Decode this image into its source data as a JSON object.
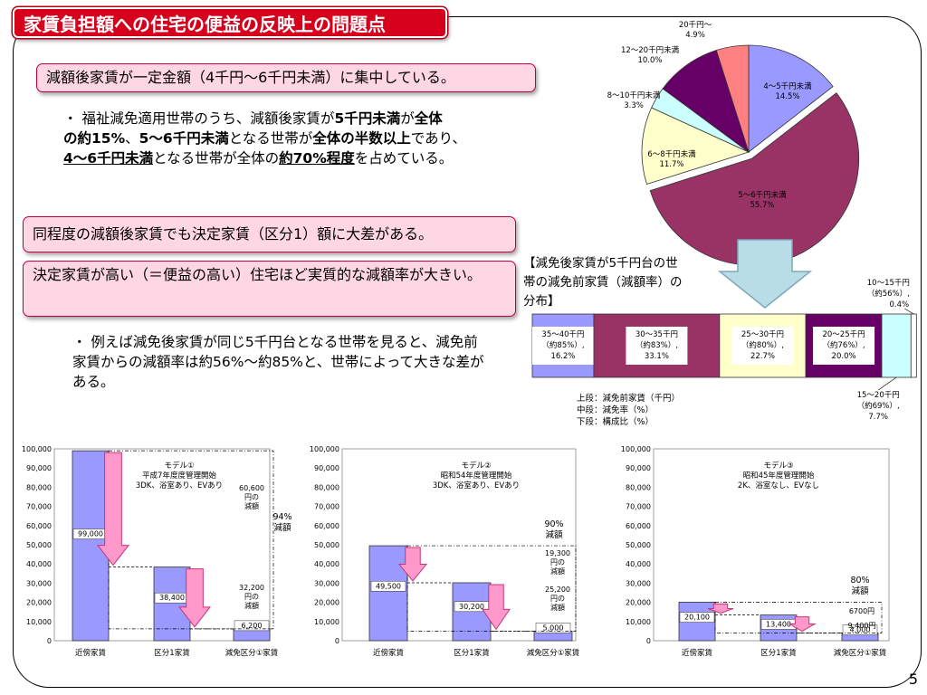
{
  "title": "家賃負担額への住宅の便益の反映上の問題点",
  "box1": "減額後家賃が一定金額（4千円～6千円未満）に集中している。",
  "para1": {
    "pre1": "・ 福祉減免適用世帯のうち、減額後家賃が",
    "b1": "5千円未満",
    "mid1": "が",
    "b2": "全体",
    "b3": "の約15%",
    "mid2": "、",
    "b4": "5～6千円未満",
    "mid3": "となる世帯が",
    "b5": "全体の半数以上",
    "mid4": "であり、",
    "b6": "4～6千円未満",
    "mid5": "となる世帯が全体の",
    "b7": "約70%程度",
    "post": "を占めている。"
  },
  "box2": "同程度の減額後家賃でも決定家賃（区分1）額に大差がある。",
  "box3": "決定家賃が高い（＝便益の高い）住宅ほど実質的な減額率が大きい。",
  "para2": "・ 例えば減免後家賃が同じ5千円台となる世帯を見ると、減免前家賃からの減額率は約56%～約85%と、世帯によって大きな差がある。",
  "dist_title": "【減免後家賃が5千円台の世帯の減免前家賃（減額率）の分布】",
  "dist_note": [
    "上段：減免前家賃（千円）",
    "中段：減免率（%）",
    "下段：構成比（%）"
  ],
  "page_number": "5",
  "chart_data": [
    {
      "type": "pie",
      "slices": [
        {
          "label": "4～5千円未満",
          "value": 14.5,
          "pct": "14.5%",
          "color": "#9999ff"
        },
        {
          "label": "5～6千円未満",
          "value": 55.7,
          "pct": "55.7%",
          "color": "#993366"
        },
        {
          "label": "6～8千円未満",
          "value": 11.7,
          "pct": "11.7%",
          "color": "#ffffcc"
        },
        {
          "label": "8～10千円未満",
          "value": 3.3,
          "pct": "3.3%",
          "color": "#ccffff"
        },
        {
          "label": "12～20千円未満",
          "value": 10.0,
          "pct": "10.0%",
          "color": "#660066"
        },
        {
          "label": "20千円～",
          "value": 4.9,
          "pct": "4.9%",
          "color": "#ff8080"
        }
      ]
    },
    {
      "type": "bar",
      "stacked_horizontal": true,
      "segments": [
        {
          "range": "35～40千円",
          "rate": "（約85%）,",
          "share": 16.2,
          "share_label": "16.2%",
          "color": "#9999ff"
        },
        {
          "range": "30～35千円",
          "rate": "（約83%）,",
          "share": 33.1,
          "share_label": "33.1%",
          "color": "#993366"
        },
        {
          "range": "25～30千円",
          "rate": "（約80%）,",
          "share": 22.7,
          "share_label": "22.7%",
          "color": "#ffffcc"
        },
        {
          "range": "20～25千円",
          "rate": "（約76%）,",
          "share": 20.0,
          "share_label": "20.0%",
          "color": "#660066"
        },
        {
          "range": "15～20千円",
          "rate": "（約69%）,",
          "share": 7.7,
          "share_label": "7.7%",
          "color": "#ccffff"
        },
        {
          "range": "10～15千円",
          "rate": "（約56%）,",
          "share": 0.4,
          "share_label": "0.4%",
          "color": "#ffffff"
        }
      ]
    },
    {
      "type": "bar",
      "title": [
        "モデル①",
        "平成7年度度管理開始",
        "3DK、浴室あり、EVあり"
      ],
      "categories": [
        "近傍家賃",
        "区分1家賃",
        "減免区分①家賃"
      ],
      "values": [
        99000,
        38400,
        6200
      ],
      "value_labels": [
        "99,000",
        "38,400",
        "6,200"
      ],
      "reduction_labels": [
        "60,600",
        "円の",
        "減額"
      ],
      "reduction_labels2": [
        "32,200",
        "円の",
        "減額"
      ],
      "rate_label": [
        "94%",
        "減額"
      ],
      "ylim": [
        0,
        100000
      ],
      "yticks": [
        "0",
        "10,000",
        "20,000",
        "30,000",
        "40,000",
        "50,000",
        "60,000",
        "70,000",
        "80,000",
        "90,000",
        "100,000"
      ]
    },
    {
      "type": "bar",
      "title": [
        "モデル②",
        "昭和54年度管理開始",
        "3DK、浴室あり、EVあり"
      ],
      "categories": [
        "近傍家賃",
        "区分1家賃",
        "減免区分①家賃"
      ],
      "values": [
        49500,
        30200,
        5000
      ],
      "value_labels": [
        "49,500",
        "30,200",
        "5,000"
      ],
      "reduction_labels": [
        "19,300",
        "円の",
        "減額"
      ],
      "reduction_labels2": [
        "25,200",
        "円の",
        "減額"
      ],
      "rate_label": [
        "90%",
        "減額"
      ],
      "ylim": [
        0,
        100000
      ],
      "yticks": [
        "0",
        "10,000",
        "20,000",
        "30,000",
        "40,000",
        "50,000",
        "60,000",
        "70,000",
        "80,000",
        "90,000",
        "100,000"
      ]
    },
    {
      "type": "bar",
      "title": [
        "モデル③",
        "昭和45年度管理開始",
        "2K、浴室なし、EVなし"
      ],
      "categories": [
        "近傍家賃",
        "区分1家賃",
        "減免区分①家賃"
      ],
      "values": [
        20100,
        13400,
        4000
      ],
      "value_labels": [
        "20,100",
        "13,400",
        "4,000"
      ],
      "reduction_labels": [
        "6700円"
      ],
      "reduction_labels2": [
        "9,400円"
      ],
      "rate_label": [
        "80%",
        "減額"
      ],
      "ylim": [
        0,
        100000
      ],
      "yticks": [
        "0",
        "10,000",
        "20,000",
        "30,000",
        "40,000",
        "50,000",
        "60,000",
        "70,000",
        "80,000",
        "90,000",
        "100,000"
      ]
    }
  ]
}
